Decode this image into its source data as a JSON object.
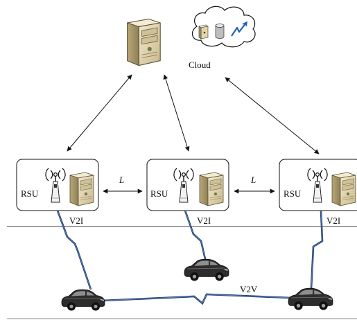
{
  "labels": {
    "cloud": "Cloud",
    "rsu": "RSU",
    "distance": "L",
    "v2i": "V2I",
    "v2v": "V2V"
  },
  "nodes": {
    "server": {
      "icon": "server-icon"
    },
    "cloud": {
      "icon": "cloud-icon",
      "contents": [
        "server-icon",
        "database-icon",
        "lightning-icon"
      ]
    },
    "rsu_units": [
      {
        "id": "rsu-1",
        "icons": [
          "antenna-tower-icon",
          "server-icon"
        ]
      },
      {
        "id": "rsu-2",
        "icons": [
          "antenna-tower-icon",
          "server-icon"
        ]
      },
      {
        "id": "rsu-3",
        "icons": [
          "antenna-tower-icon",
          "server-icon"
        ]
      }
    ],
    "vehicles": [
      "car-icon",
      "car-icon",
      "car-icon"
    ]
  },
  "colors": {
    "link": "#1f3a6b",
    "server_body": "#e6d9b0",
    "car_body": "#2b2b2b"
  }
}
